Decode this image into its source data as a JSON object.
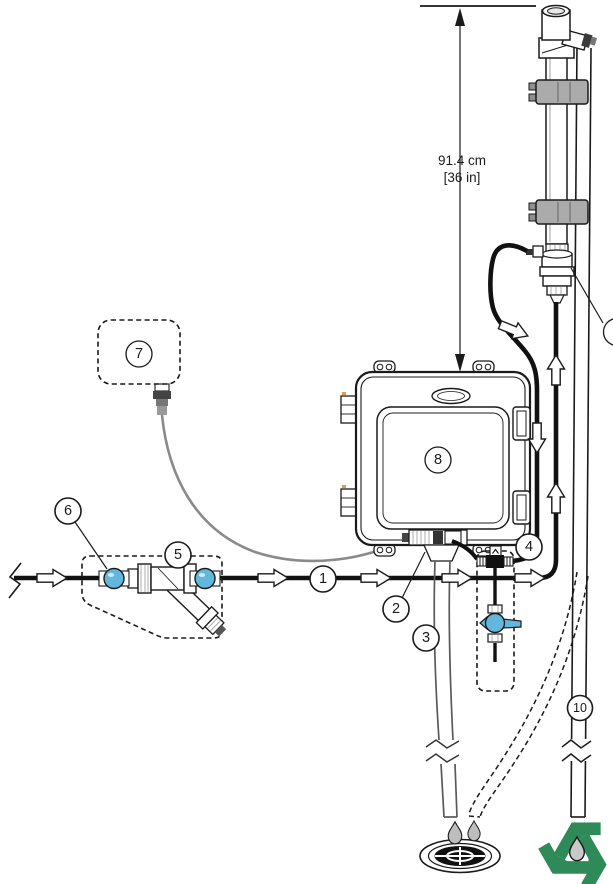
{
  "callouts": {
    "c1": "1",
    "c2": "2",
    "c3": "3",
    "c4": "4",
    "c5": "5",
    "c6": "6",
    "c7": "7",
    "c8": "8",
    "c10": "10"
  },
  "dimension": {
    "metric": "91.4 cm",
    "imperial": "[36 in]"
  },
  "colors": {
    "line_black": "#1a1a1a",
    "fitting_blue": "#62b8dc",
    "recycle_green": "#2e8b57",
    "clamp_gray": "#ababab",
    "drop_gray": "#bdbdbd",
    "cable_gray": "#8a8a8a",
    "accent_orange": "#e99a3c"
  },
  "icons": {
    "recycle": "recycle-icon",
    "water_drop": "water-drop-icon",
    "floor_drain": "floor-drain-icon",
    "flow_arrow": "flow-arrow-icon"
  }
}
